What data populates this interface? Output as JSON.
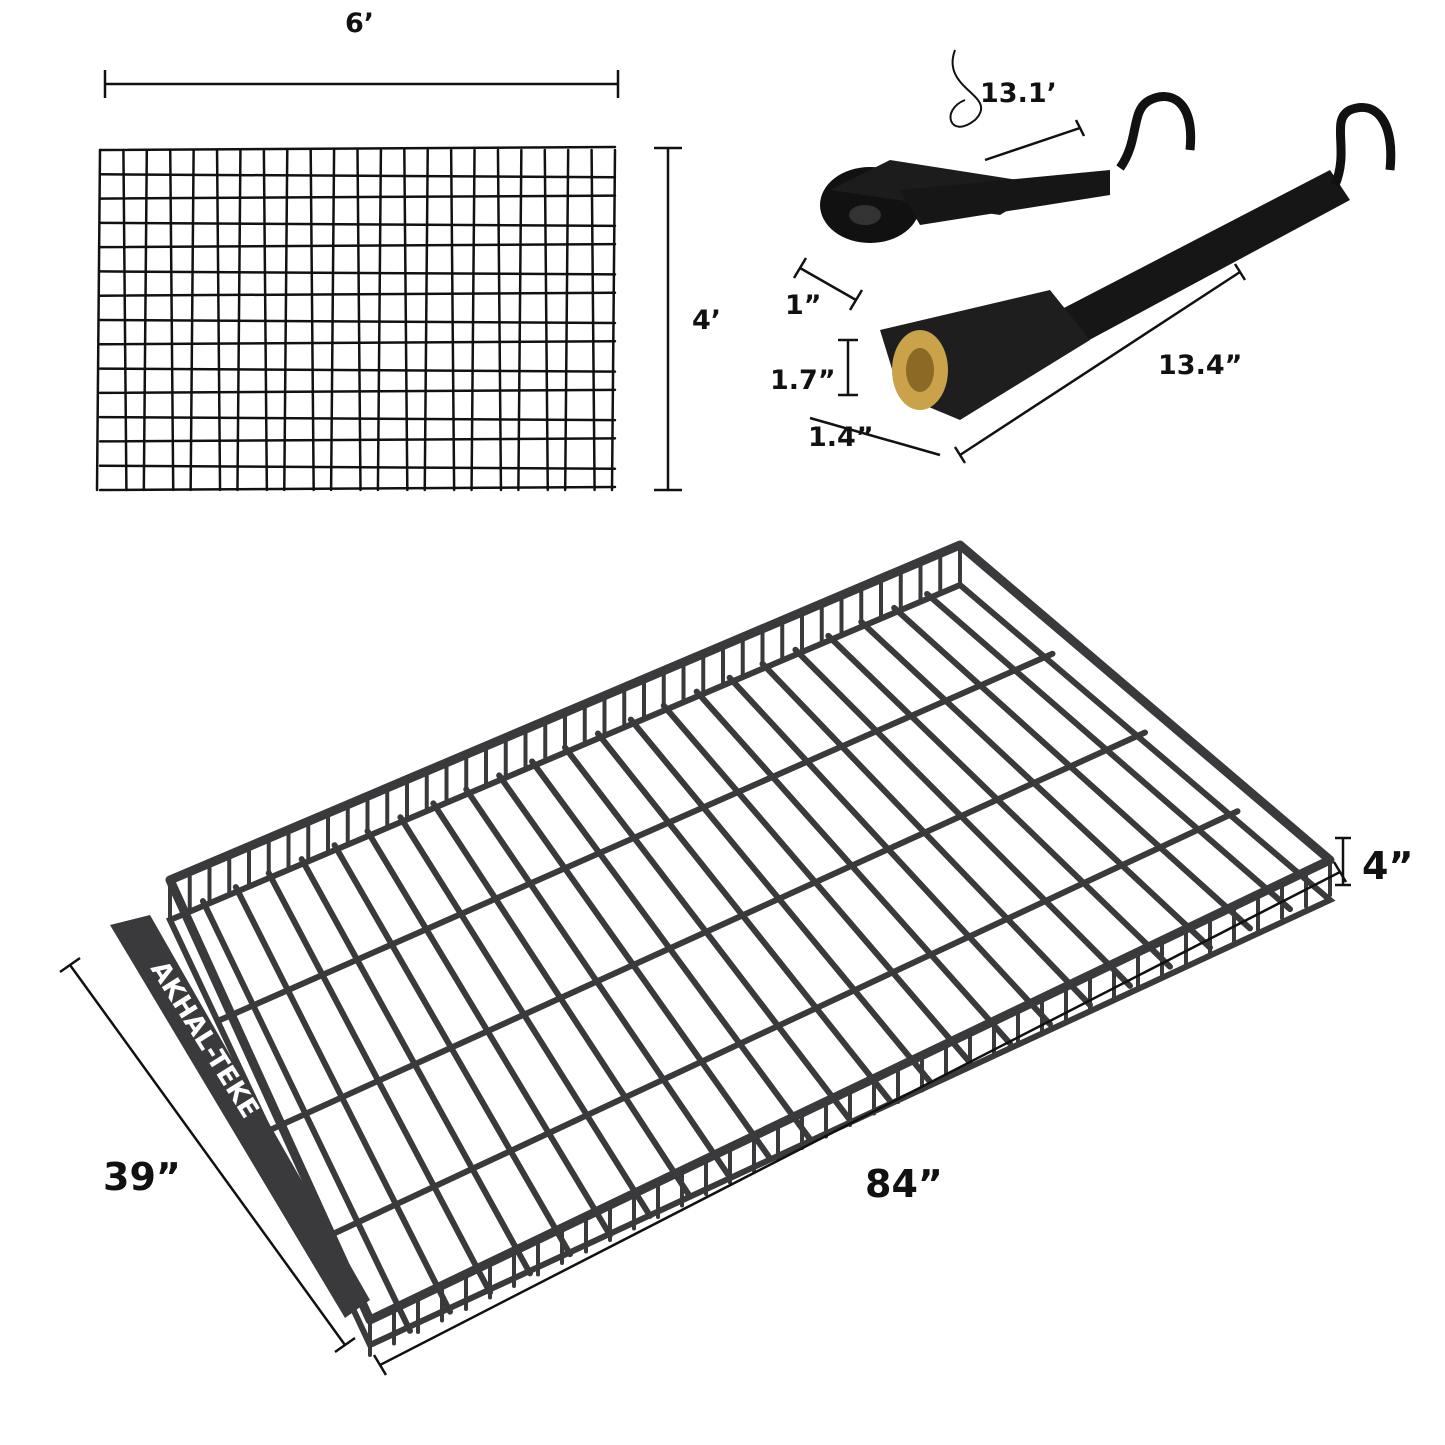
{
  "brand_logo": "AKHAL-TEKE",
  "colors": {
    "ink": "#111111",
    "rack": "#3a3a3c",
    "brass": "#c9a24a"
  },
  "cargo_net": {
    "width_label": "6’",
    "height_label": "4’"
  },
  "ratchet_strap": {
    "strap_length_label": "13.1’",
    "strap_width_label": "1”",
    "ratchet_height_label": "1.7”",
    "ratchet_width_label": "1.4”",
    "ratchet_length_label": "13.4”"
  },
  "roof_basket": {
    "width_label": "39”",
    "length_label": "84”",
    "height_label": "4”"
  }
}
